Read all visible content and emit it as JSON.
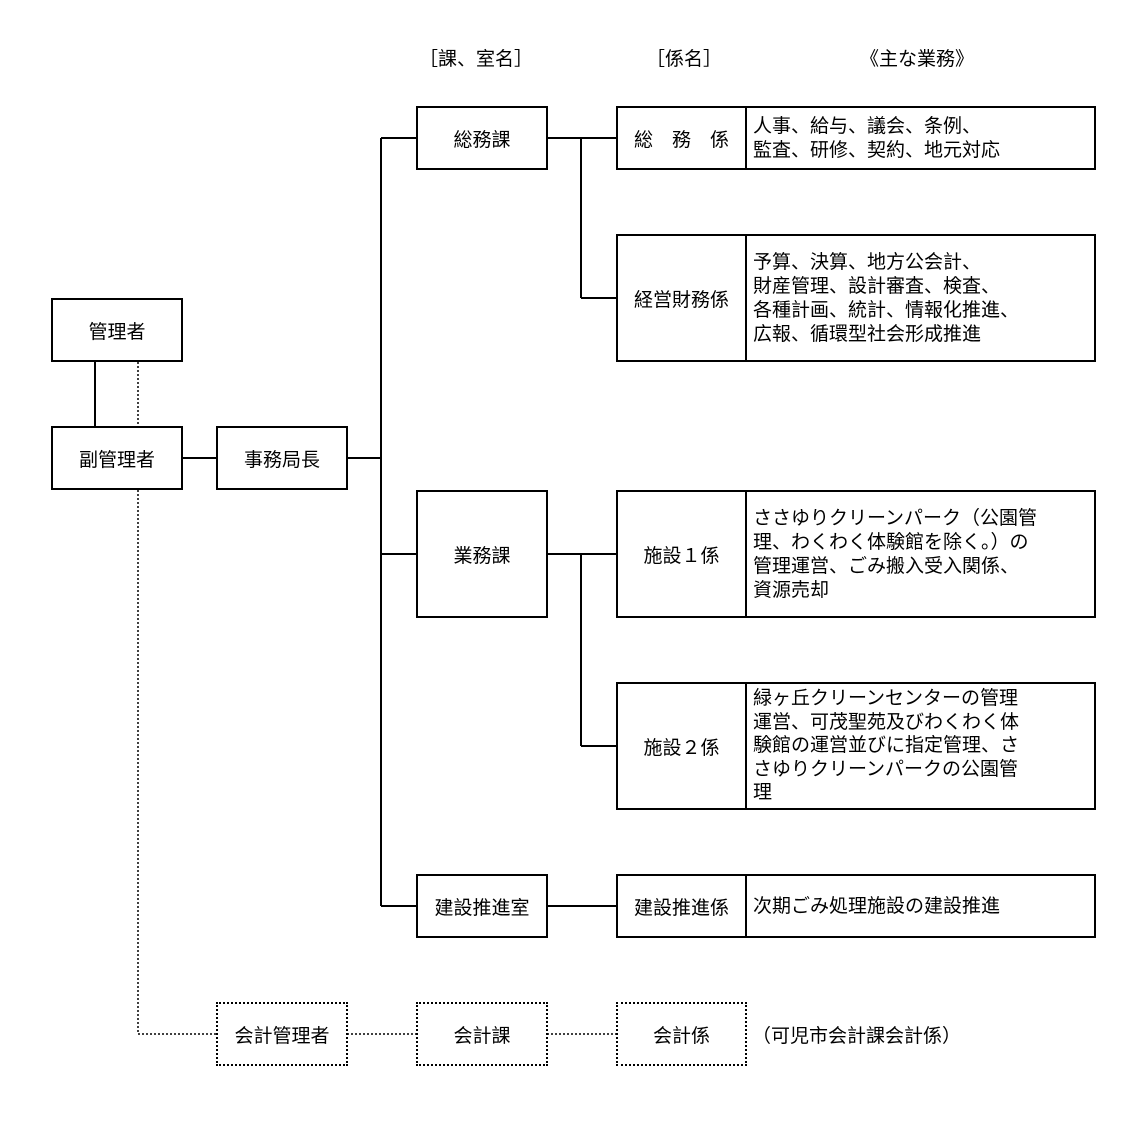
{
  "headers": {
    "division": "［課、室名］",
    "section": "［係名］",
    "duties": "《主な業務》"
  },
  "nodes": {
    "kanrisha": "管理者",
    "fuku_kanrisha": "副管理者",
    "jimukyokucho": "事務局長",
    "somu_ka": "総務課",
    "gyomu_ka": "業務課",
    "kensetsu_shitsu": "建設推進室",
    "somu_kakari": "総　務　係",
    "keiei_zaimu_kakari": "経営財務係",
    "shisetsu1": "施設１係",
    "shisetsu2": "施設２係",
    "kensetsu_kakari": "建設推進係",
    "kaikei_kanrisha": "会計管理者",
    "kaikei_ka": "会計課",
    "kaikei_kakari": "会計係"
  },
  "duties": {
    "somu": [
      "人事、給与、議会、条例、",
      "監査、研修、契約、地元対応"
    ],
    "keiei_zaimu": [
      "予算、決算、地方公会計、",
      "財産管理、設計審査、検査、",
      "各種計画、統計、情報化推進、",
      "広報、循環型社会形成推進"
    ],
    "shisetsu1": [
      "ささゆりクリーンパーク（公園管",
      "理、わくわく体験館を除く。）の",
      "管理運営、ごみ搬入受入関係、",
      "資源売却"
    ],
    "shisetsu2": [
      "緑ヶ丘クリーンセンターの管理",
      "運営、可茂聖苑及びわくわく体",
      "験館の運営並びに指定管理、さ",
      "さゆりクリーンパークの公園管",
      "理"
    ],
    "kensetsu": [
      "次期ごみ処理施設の建設推進"
    ]
  },
  "notes": {
    "kaikei": "（可児市会計課会計係）"
  }
}
